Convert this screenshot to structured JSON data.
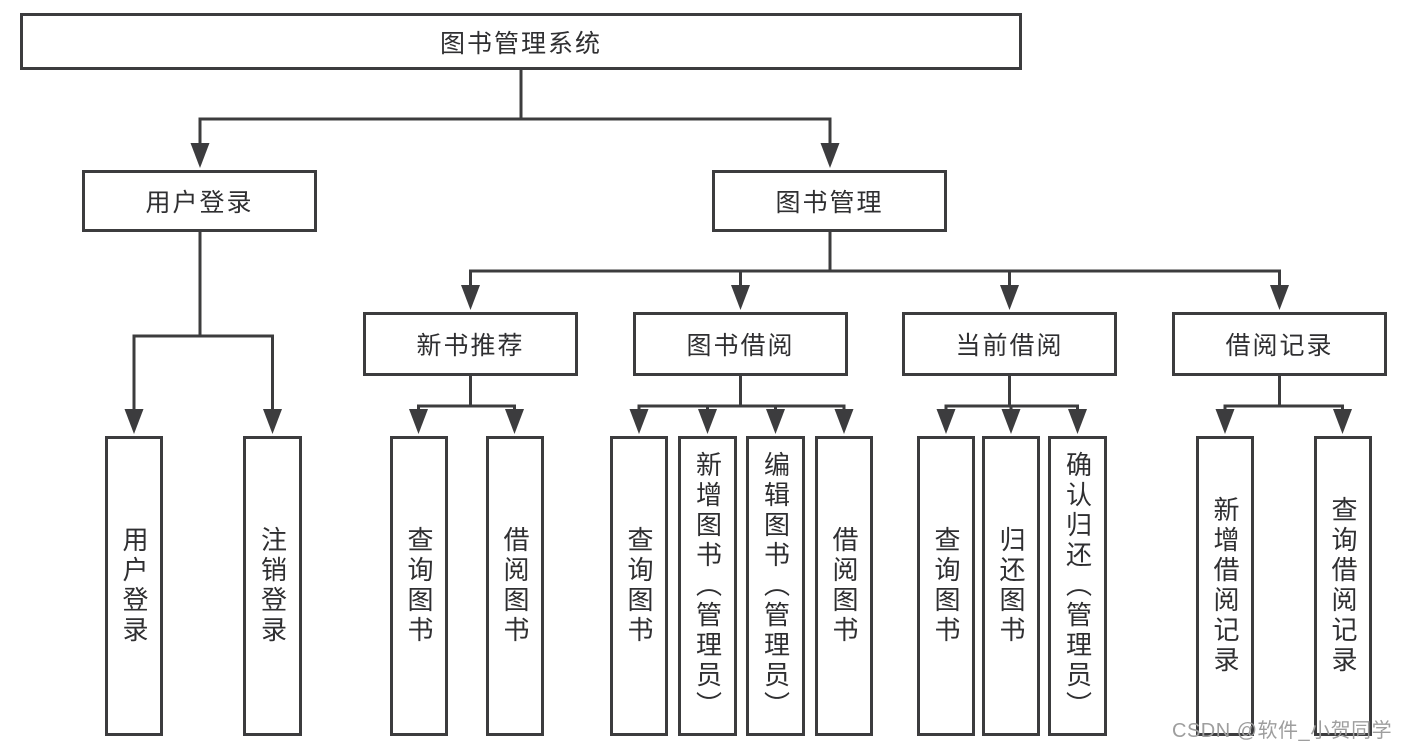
{
  "diagram": {
    "type": "hierarchy",
    "root": {
      "label": "图书管理系统"
    },
    "level2": [
      {
        "label": "用户登录",
        "parent": "图书管理系统"
      },
      {
        "label": "图书管理",
        "parent": "图书管理系统"
      }
    ],
    "level3": [
      {
        "label": "新书推荐",
        "parent": "图书管理"
      },
      {
        "label": "图书借阅",
        "parent": "图书管理"
      },
      {
        "label": "当前借阅",
        "parent": "图书管理"
      },
      {
        "label": "借阅记录",
        "parent": "图书管理"
      }
    ],
    "leaves": [
      {
        "label": "用户登录",
        "parent": "用户登录"
      },
      {
        "label": "注销登录",
        "parent": "用户登录"
      },
      {
        "label": "查询图书",
        "parent": "新书推荐"
      },
      {
        "label": "借阅图书",
        "parent": "新书推荐"
      },
      {
        "label": "查询图书",
        "parent": "图书借阅"
      },
      {
        "label": "新增图书（管理员）",
        "parent": "图书借阅"
      },
      {
        "label": "编辑图书（管理员）",
        "parent": "图书借阅"
      },
      {
        "label": "借阅图书",
        "parent": "图书借阅"
      },
      {
        "label": "查询图书",
        "parent": "当前借阅"
      },
      {
        "label": "归还图书",
        "parent": "当前借阅"
      },
      {
        "label": "确认归还（管理员）",
        "parent": "当前借阅"
      },
      {
        "label": "新增借阅记录",
        "parent": "借阅记录"
      },
      {
        "label": "查询借阅记录",
        "parent": "借阅记录"
      }
    ]
  },
  "watermark": {
    "text": "CSDN @软件_小贺同学"
  },
  "colors": {
    "line": "#3c3c3e",
    "text": "#2f2f31",
    "background": "#ffffff",
    "watermark": "#9e9e9e"
  }
}
